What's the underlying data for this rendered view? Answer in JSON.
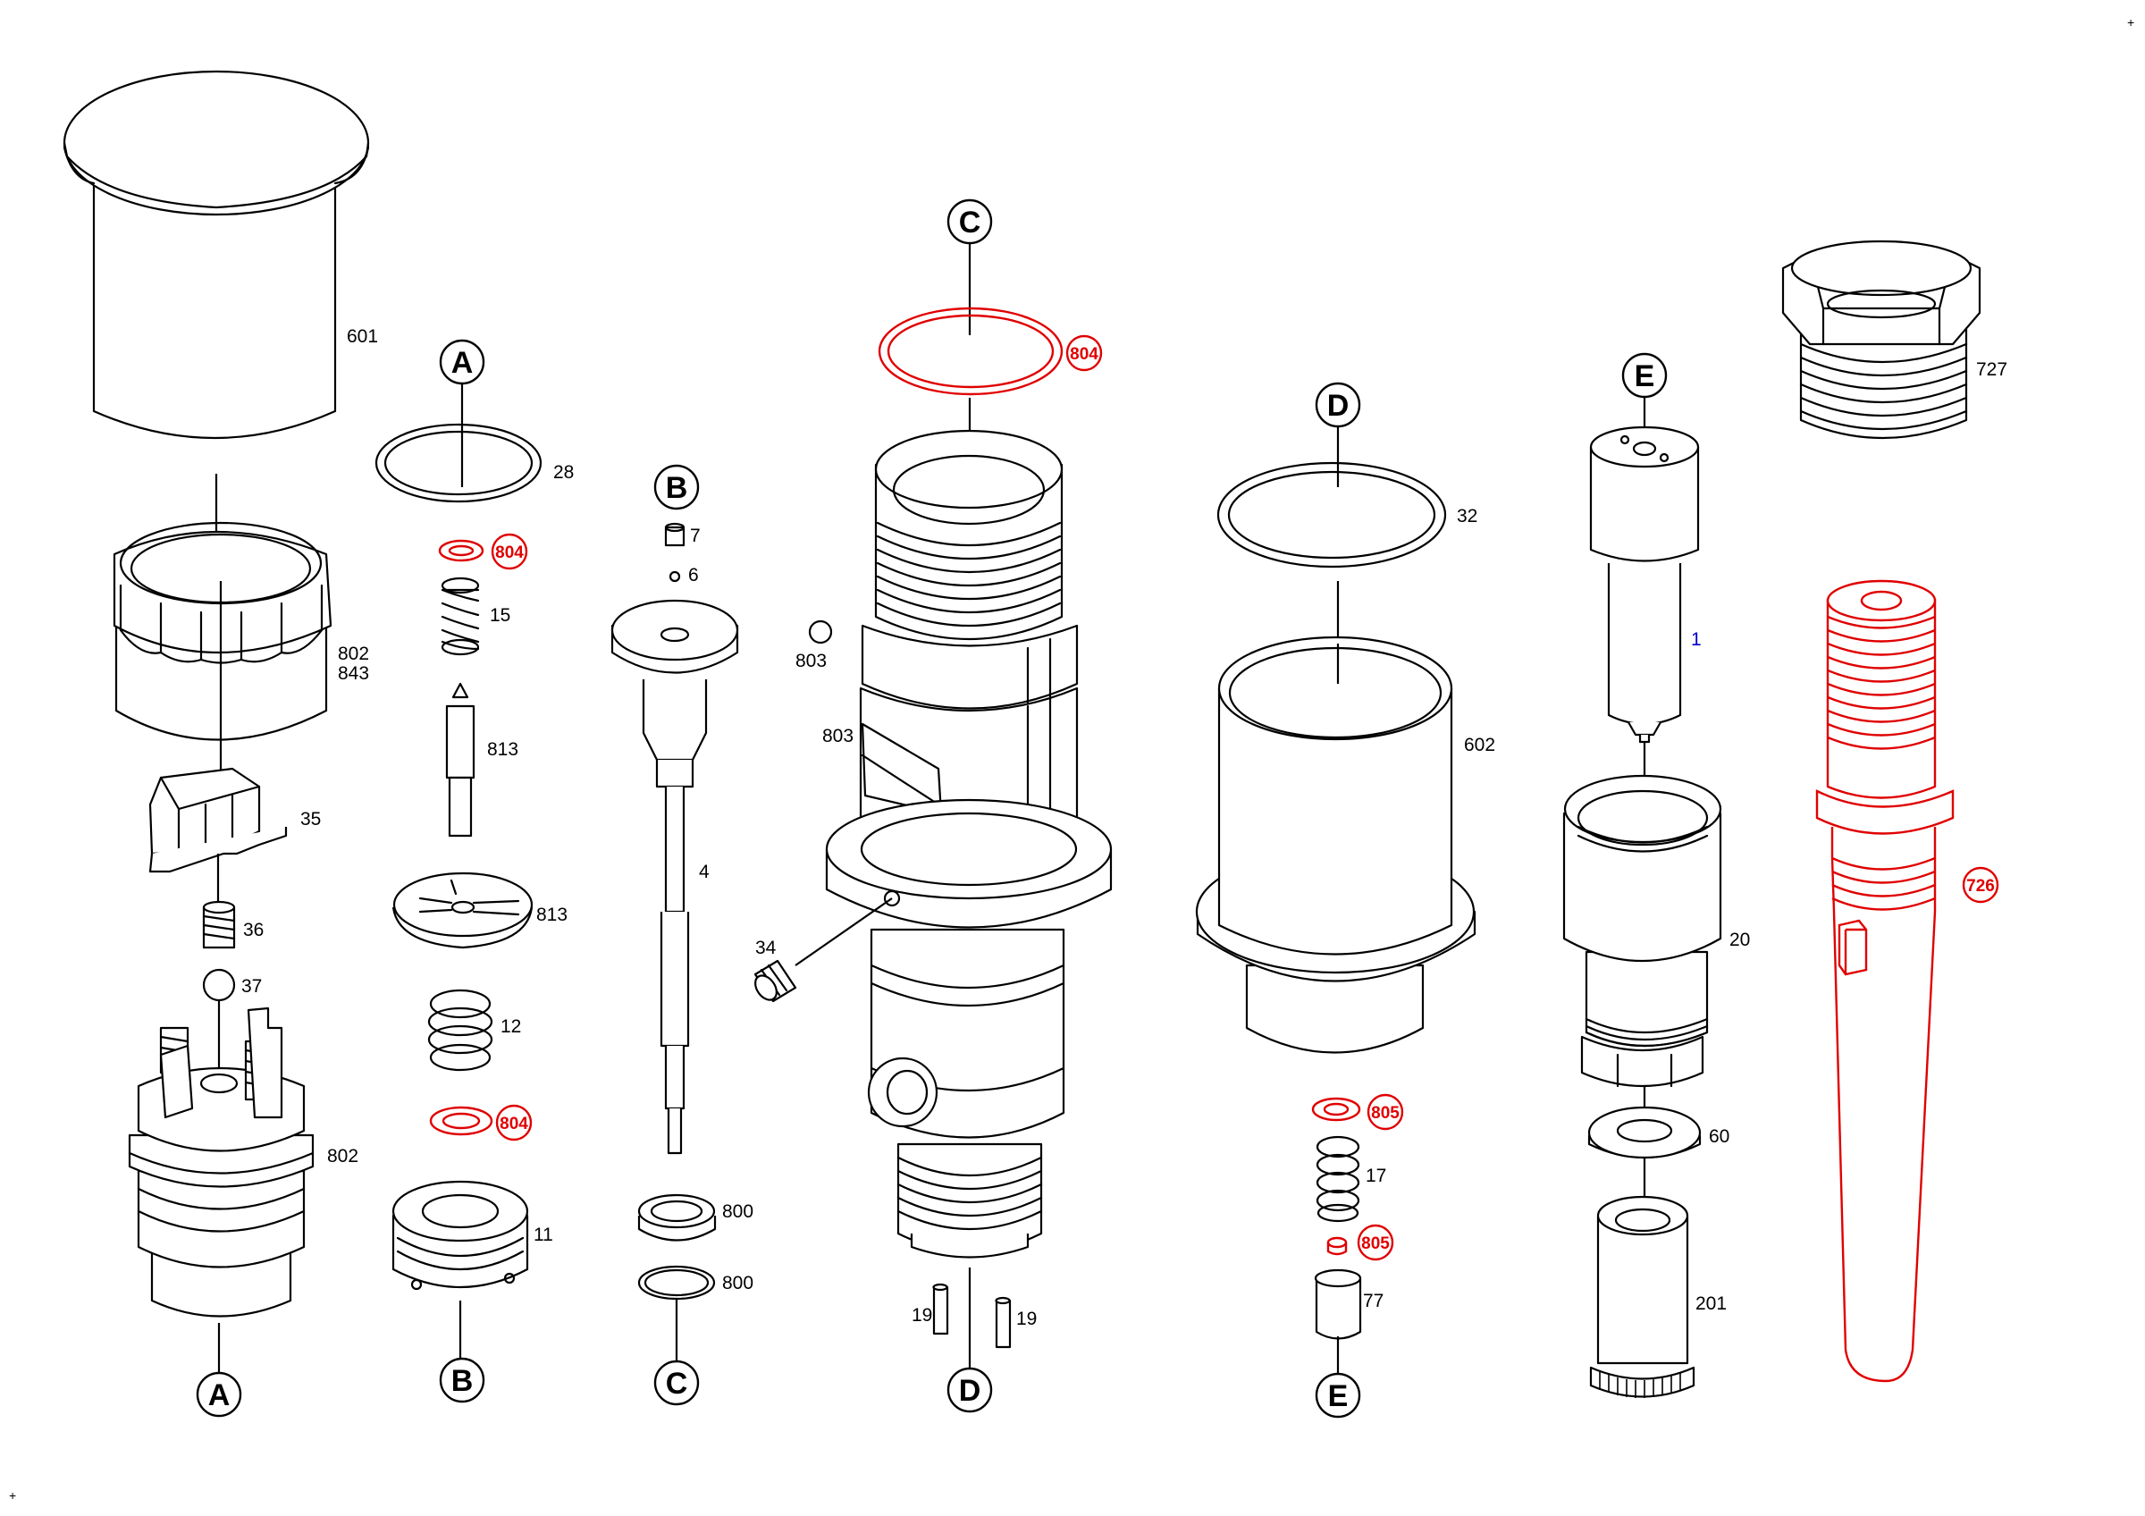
{
  "labels": {
    "p601": "601",
    "p802_top": "802",
    "p843": "843",
    "p35": "35",
    "p36": "36",
    "p37": "37",
    "p802_bottom": "802",
    "p28": "28",
    "p804_a": "804",
    "p15": "15",
    "p813_a": "813",
    "p813_b": "813",
    "p12": "12",
    "p804_b": "804",
    "p11": "11",
    "p7": "7",
    "p6": "6",
    "p4": "4",
    "p800_a": "800",
    "p800_b": "800",
    "p804_c": "804",
    "p803_a": "803",
    "p803_b": "803",
    "p34": "34",
    "p19_a": "19",
    "p19_b": "19",
    "p32": "32",
    "p602": "602",
    "p805_a": "805",
    "p17": "17",
    "p805_b": "805",
    "p77": "77",
    "p1": "1",
    "p20": "20",
    "p60": "60",
    "p201": "201",
    "p727": "727",
    "p726": "726"
  },
  "refs": {
    "a_top": "A",
    "a_bottom": "A",
    "b_top": "B",
    "b_bottom": "B",
    "c_top": "C",
    "c_bottom": "C",
    "d_top": "D",
    "d_bottom": "D",
    "e_top": "E",
    "e_bottom": "E"
  },
  "corner_marks": {
    "top_right": "+",
    "bottom_left": "+"
  },
  "colors": {
    "outline": "#000000",
    "highlight": "#e00000",
    "callout_blue": "#0000cc",
    "background": "#ffffff"
  }
}
